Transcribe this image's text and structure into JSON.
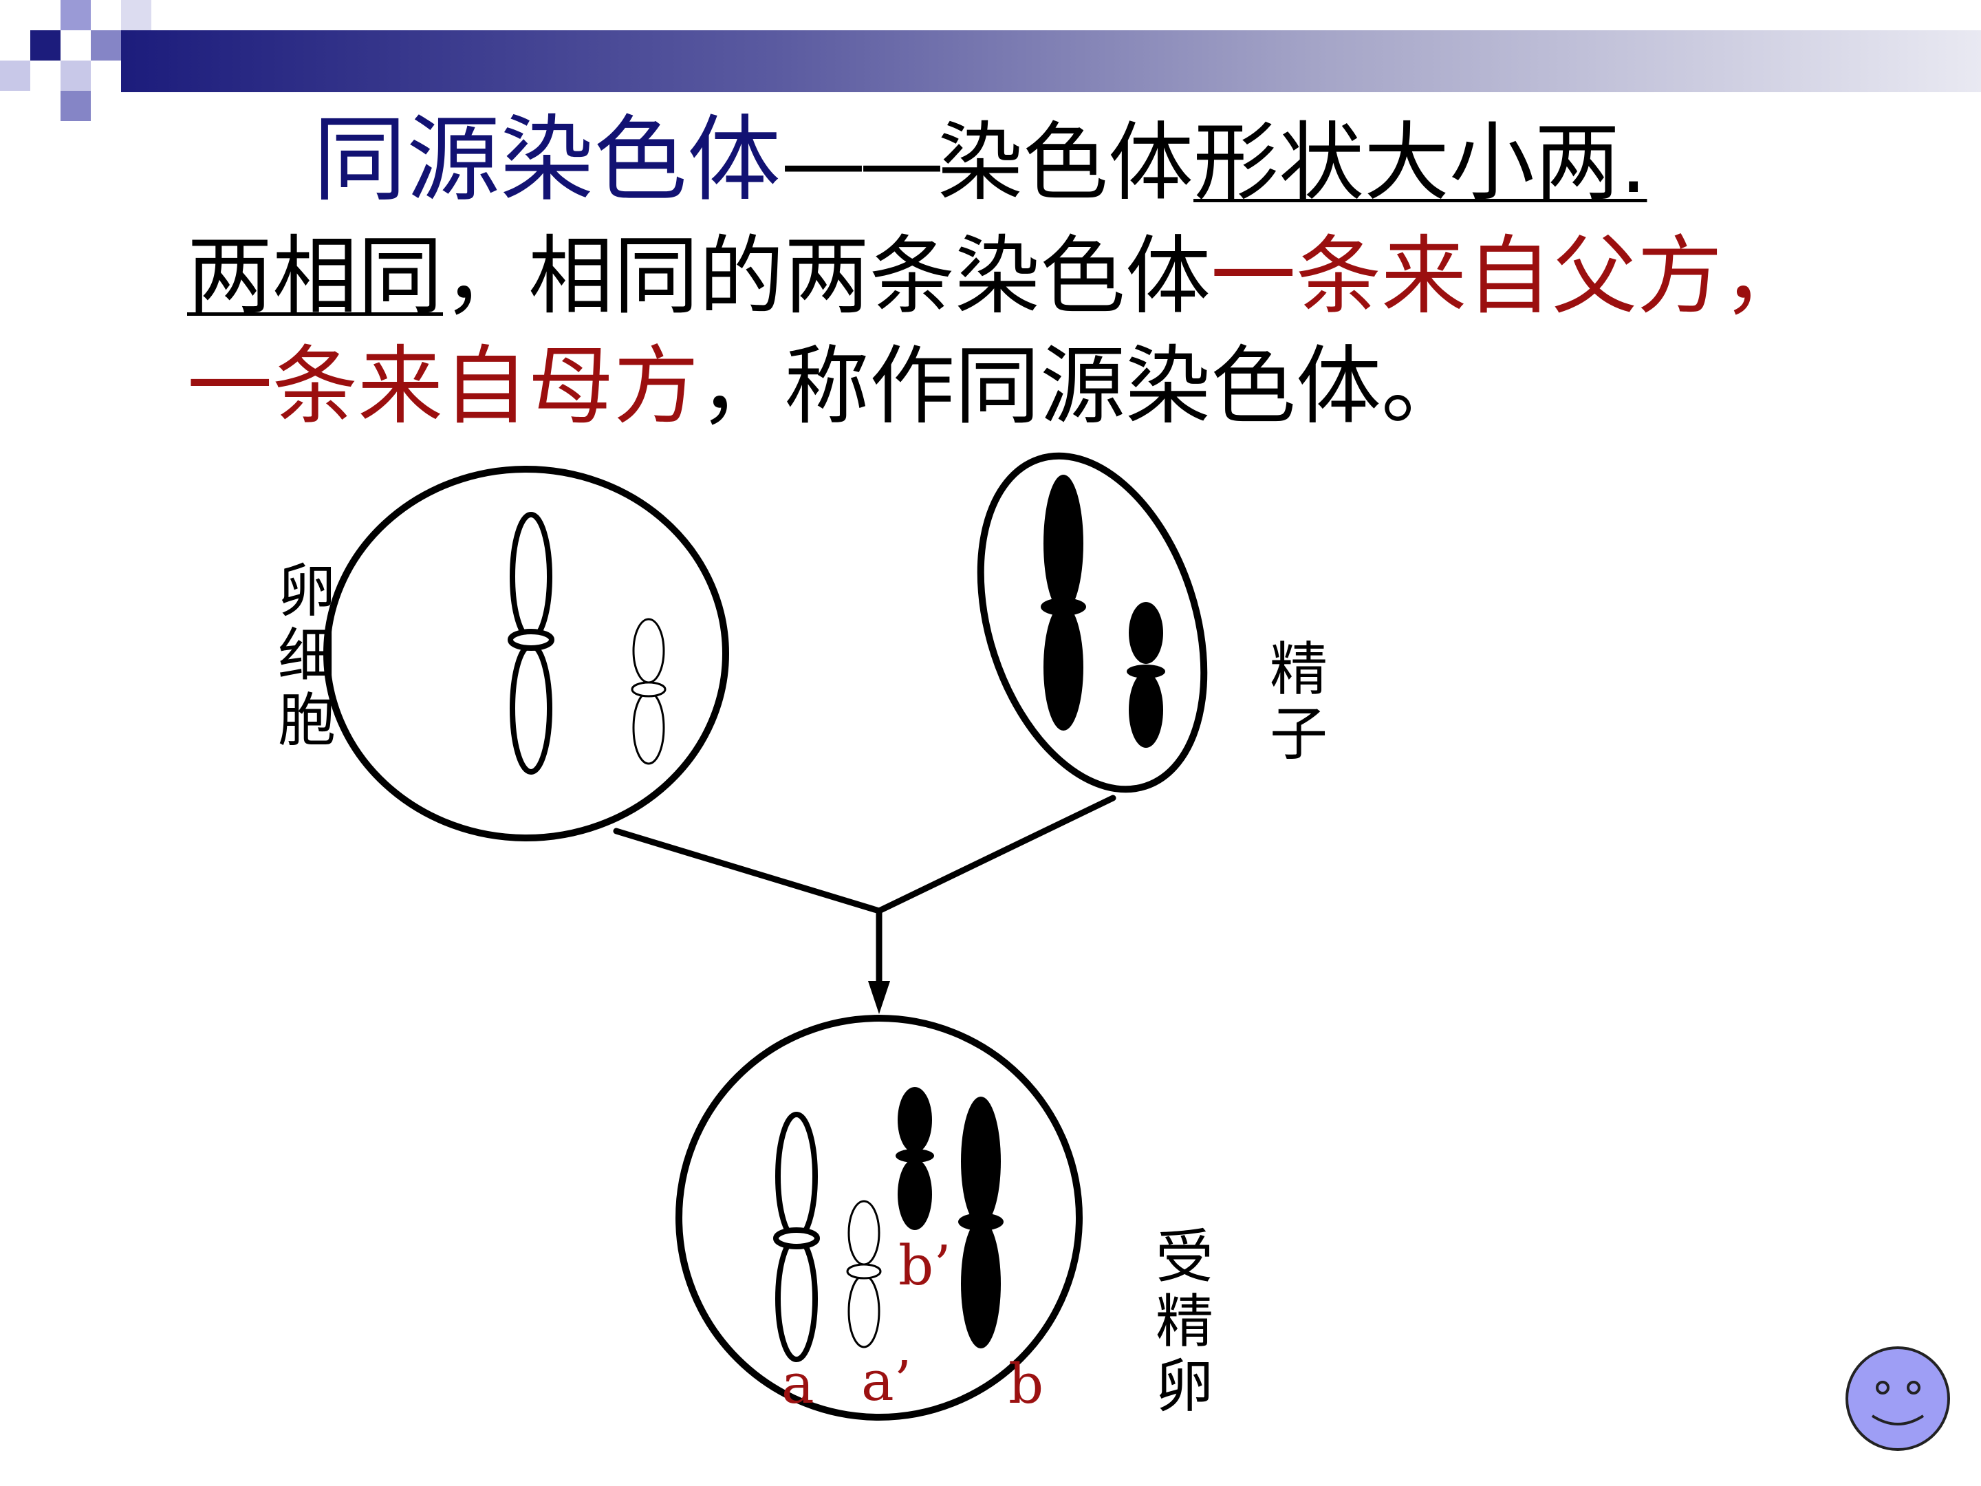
{
  "title": {
    "line1": {
      "term": "同源染色体",
      "dash": "——",
      "text": "染色体",
      "underlined": "形状大小两."
    },
    "line2": {
      "underlined": "两相同",
      "text": "，相同的两条染色体",
      "red": "一条来自父方，"
    },
    "line3": {
      "red": "一条来自母方",
      "text": "，称作同源染色体。"
    }
  },
  "diagram": {
    "egg_cell_label": "卵细胞",
    "sperm_label": "精子",
    "zygote_label": "受精卵",
    "gene_labels": {
      "a": "a",
      "a_prime": "a’",
      "b": "b",
      "b_prime": "b’"
    }
  },
  "colors": {
    "title_blue": "#121273",
    "highlight_red": "#9b0f0f",
    "gene_label_red": "#9b1111",
    "smiley_fill": "#9e9ef5"
  },
  "icons": [
    "smiley-face-icon"
  ]
}
